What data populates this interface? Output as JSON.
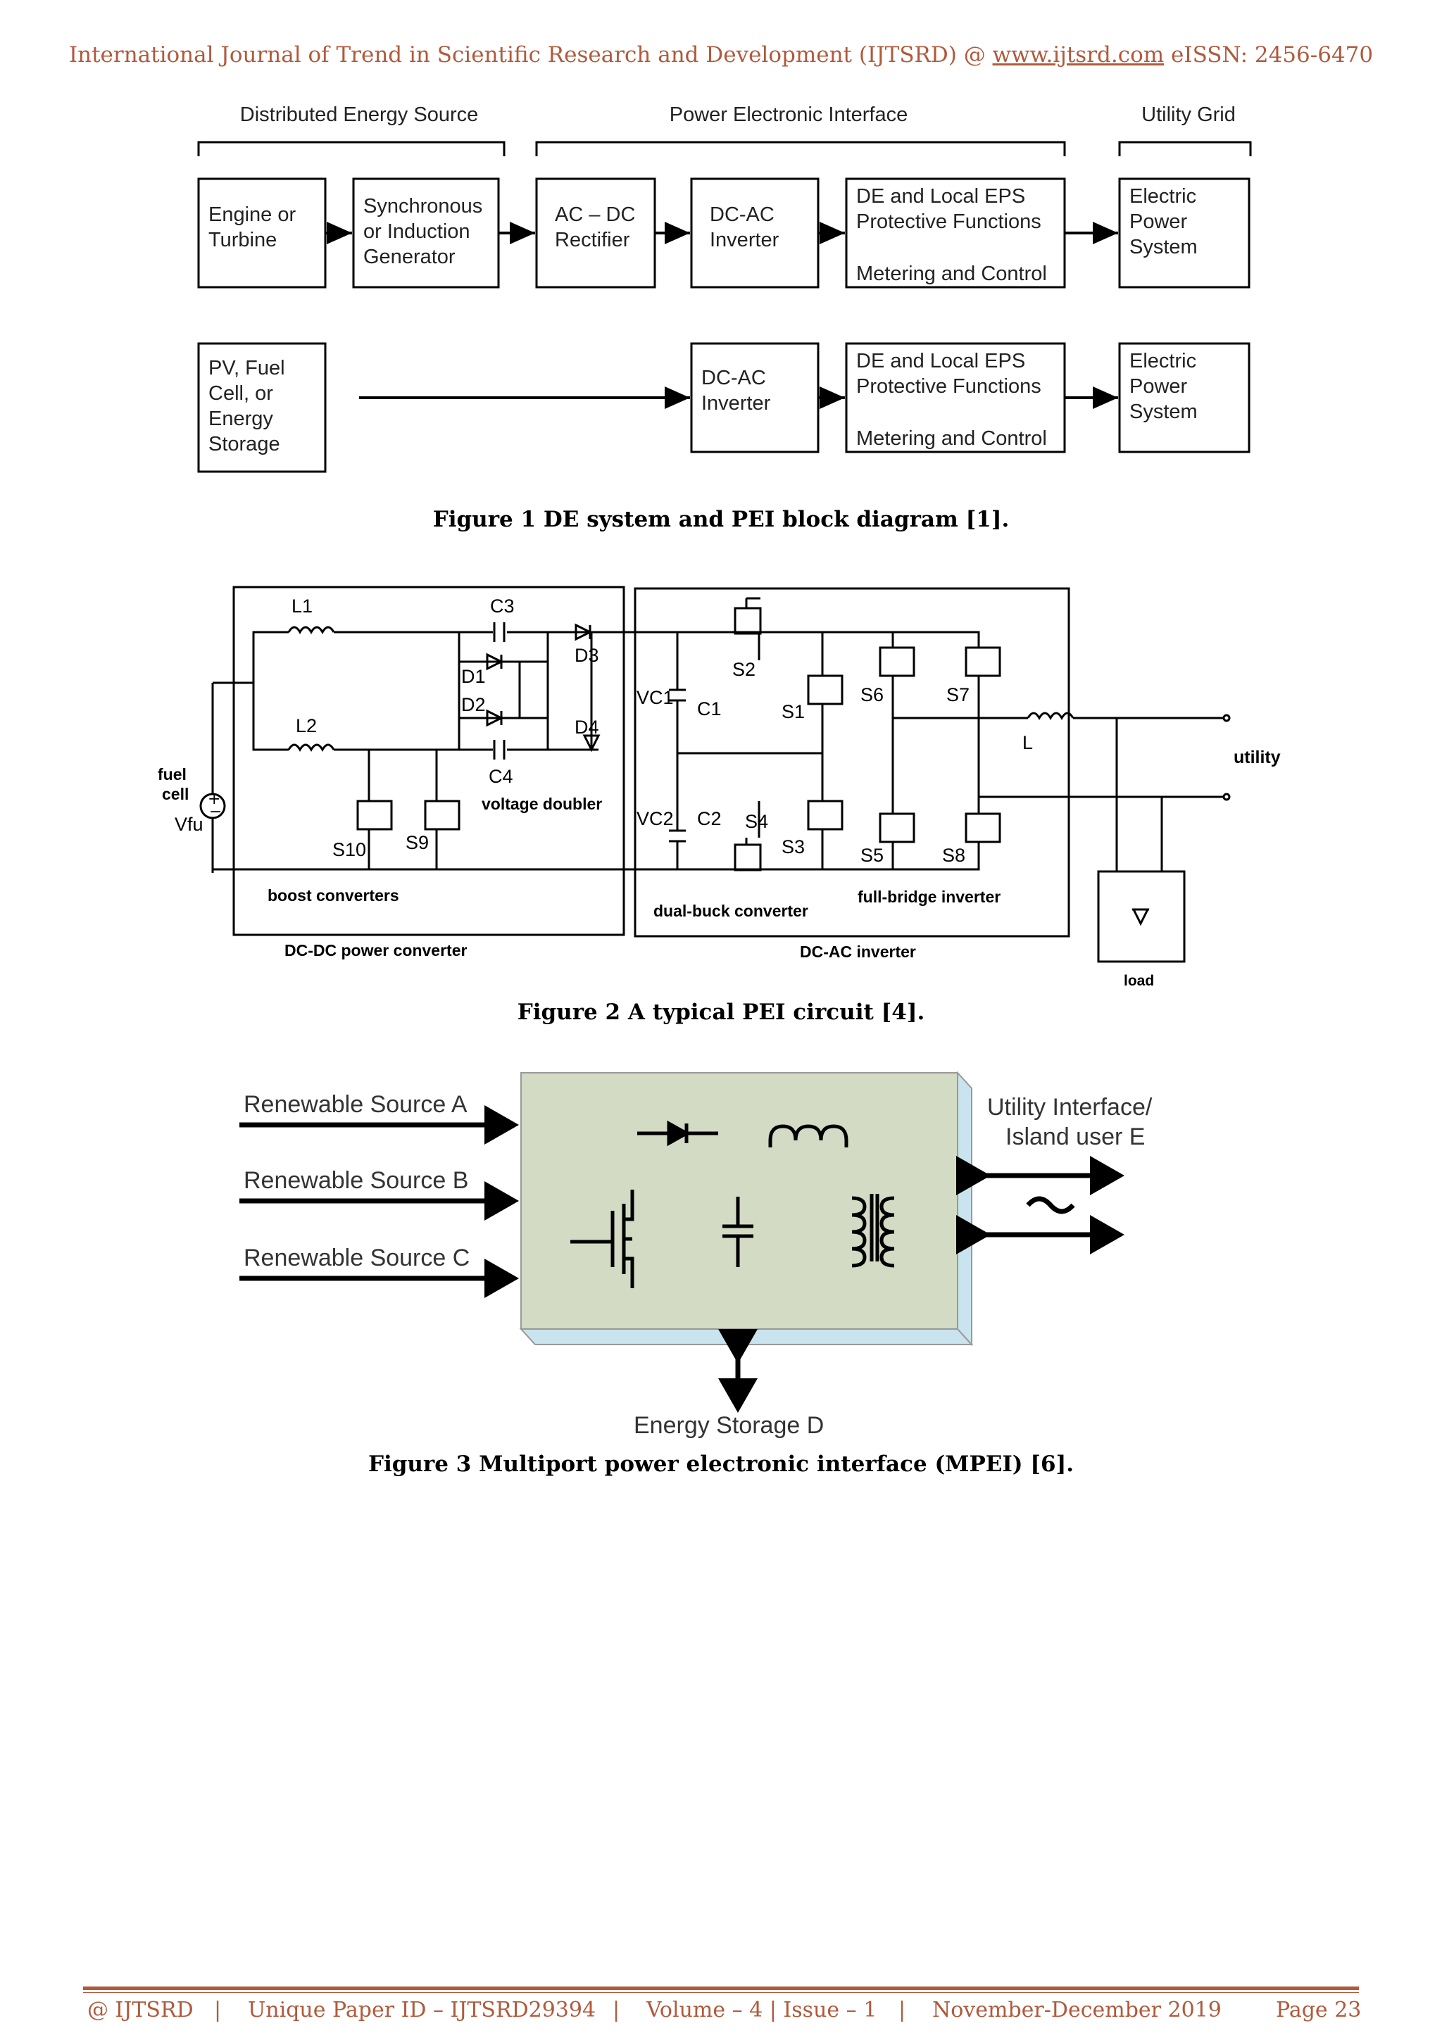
{
  "header": {
    "text_prefix": "International Journal of Trend in Scientific Research and Development (IJTSRD) @ ",
    "link": "www.ijtsrd.com",
    "text_suffix": " eISSN: 2456-6470"
  },
  "figure1": {
    "section_distributed": "Distributed Energy Source",
    "section_pei": "Power Electronic Interface",
    "section_utility": "Utility Grid",
    "row1": {
      "engine": [
        "Engine or",
        "Turbine"
      ],
      "generator": [
        "Synchronous",
        "or Induction",
        "Generator"
      ],
      "rectifier": [
        "AC – DC",
        "Rectifier"
      ],
      "inverter": [
        "DC-AC",
        "Inverter"
      ],
      "protective": [
        "DE and Local EPS",
        "Protective Functions"
      ],
      "metering": "Metering and Control",
      "eps": [
        "Electric",
        "Power",
        "System"
      ]
    },
    "row2": {
      "pv": [
        "PV, Fuel",
        "Cell, or",
        "Energy",
        "Storage"
      ],
      "inverter": [
        "DC-AC",
        "Inverter"
      ],
      "protective": [
        "DE and Local EPS",
        "Protective Functions"
      ],
      "metering": "Metering and Control",
      "eps": [
        "Electric",
        "Power",
        "System"
      ]
    },
    "caption": "Figure 1 DE system and PEI block diagram [1]."
  },
  "figure2": {
    "labels": {
      "L1": "L1",
      "L2": "L2",
      "C3": "C3",
      "C4": "C4",
      "D1": "D1",
      "D2": "D2",
      "D3": "D3",
      "D4": "D4",
      "fuel_cell": [
        "fuel",
        "cell"
      ],
      "vfu": "Vfu",
      "S10": "S10",
      "S9": "S9",
      "voltage_doubler": "voltage doubler",
      "boost": "boost converters",
      "dcdc": "DC-DC power converter",
      "VC1": "VC1",
      "C1": "C1",
      "VC2": "VC2",
      "C2": "C2",
      "S1": "S1",
      "S2": "S2",
      "S3": "S3",
      "S4": "S4",
      "S5": "S5",
      "S6": "S6",
      "S7": "S7",
      "S8": "S8",
      "L": "L",
      "utility": "utility",
      "load": "load",
      "dual_buck": "dual-buck converter",
      "full_bridge": "full-bridge inverter",
      "dcac": "DC-AC inverter"
    },
    "caption": "Figure 2 A typical PEI circuit [4]."
  },
  "figure3": {
    "source_a": "Renewable Source A",
    "source_b": "Renewable Source B",
    "source_c": "Renewable Source C",
    "utility": [
      "Utility Interface/",
      "Island user E"
    ],
    "storage": "Energy Storage D",
    "caption": "Figure 3 Multiport power electronic interface (MPEI) [6]."
  },
  "footer": {
    "left": "@ IJTSRD",
    "paper_id": "Unique Paper ID – IJTSRD29394",
    "volume": "Volume – 4 | Issue – 1",
    "date": "November-December 2019",
    "page": "Page 23",
    "separator": "|"
  },
  "colors": {
    "header_footer": "#b05a3c",
    "mpei_box": "#d3dbc5",
    "mpei_edge": "#c9e4ee"
  }
}
